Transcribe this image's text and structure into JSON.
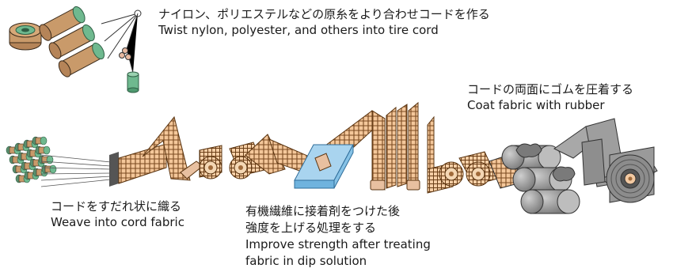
{
  "steps": [
    {
      "jp": "ナイロン、ポリエステルなどの原糸をより合わせコードを作る",
      "en": "Twist nylon, polyester, and others into tire cord"
    },
    {
      "jp": "コードをすだれ状に織る",
      "en": "Weave into cord fabric"
    },
    {
      "jp1": "有機繊維に接着剤をつけた後",
      "jp2": "強度を上げる処理をする",
      "en1": "Improve strength after treating",
      "en2": "fabric in dip solution"
    },
    {
      "jp": "コードの両面にゴムを圧着する",
      "en": "Coat fabric with rubber"
    }
  ],
  "colors": {
    "fabric": "#f4c79a",
    "weave": "#7a4a20",
    "spool_core": "#6fb98f",
    "spool_wood": "#c99a6a",
    "rubber": "#9a9a9a",
    "bath": "#a9d4ef"
  }
}
